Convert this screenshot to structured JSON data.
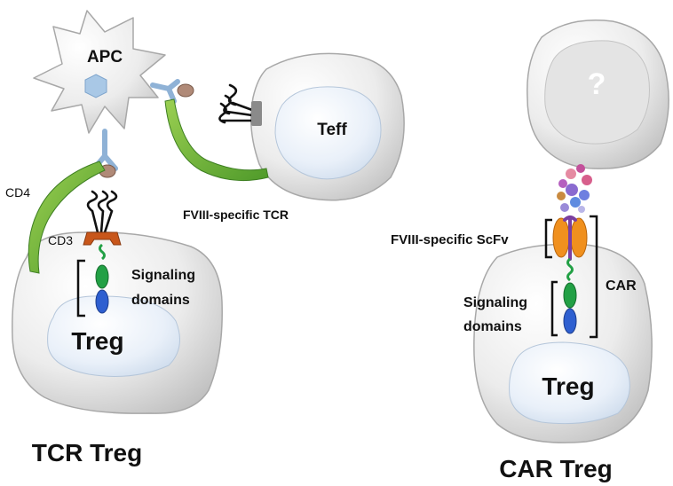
{
  "left_panel": {
    "apc": "APC",
    "teff": "Teff",
    "cd4": "CD4",
    "cd3": "CD3",
    "tcr": "FVIII-specific TCR",
    "signaling_line1": "Signaling",
    "signaling_line2": "domains",
    "treg": "Treg",
    "caption": "TCR Treg"
  },
  "right_panel": {
    "target_cell": "?",
    "scfv": "FVIII-specific ScFv",
    "car": "CAR",
    "signaling_line1": "Signaling",
    "signaling_line2": "domains",
    "treg": "Treg",
    "caption": "CAR Treg"
  },
  "colors": {
    "cell_membrane": "#e1e1e1",
    "nucleus": "#e6eef8",
    "cd4_green": "#7dbb3c",
    "tcr_green": "#3fae49",
    "cd3_orange": "#c8561a",
    "apc_blue": "#a9c8e6",
    "signaling_green": "#22a045",
    "signaling_blue": "#2e5fd0",
    "scfv_orange": "#f0901e",
    "scfv_purple": "#7b3fa0"
  }
}
